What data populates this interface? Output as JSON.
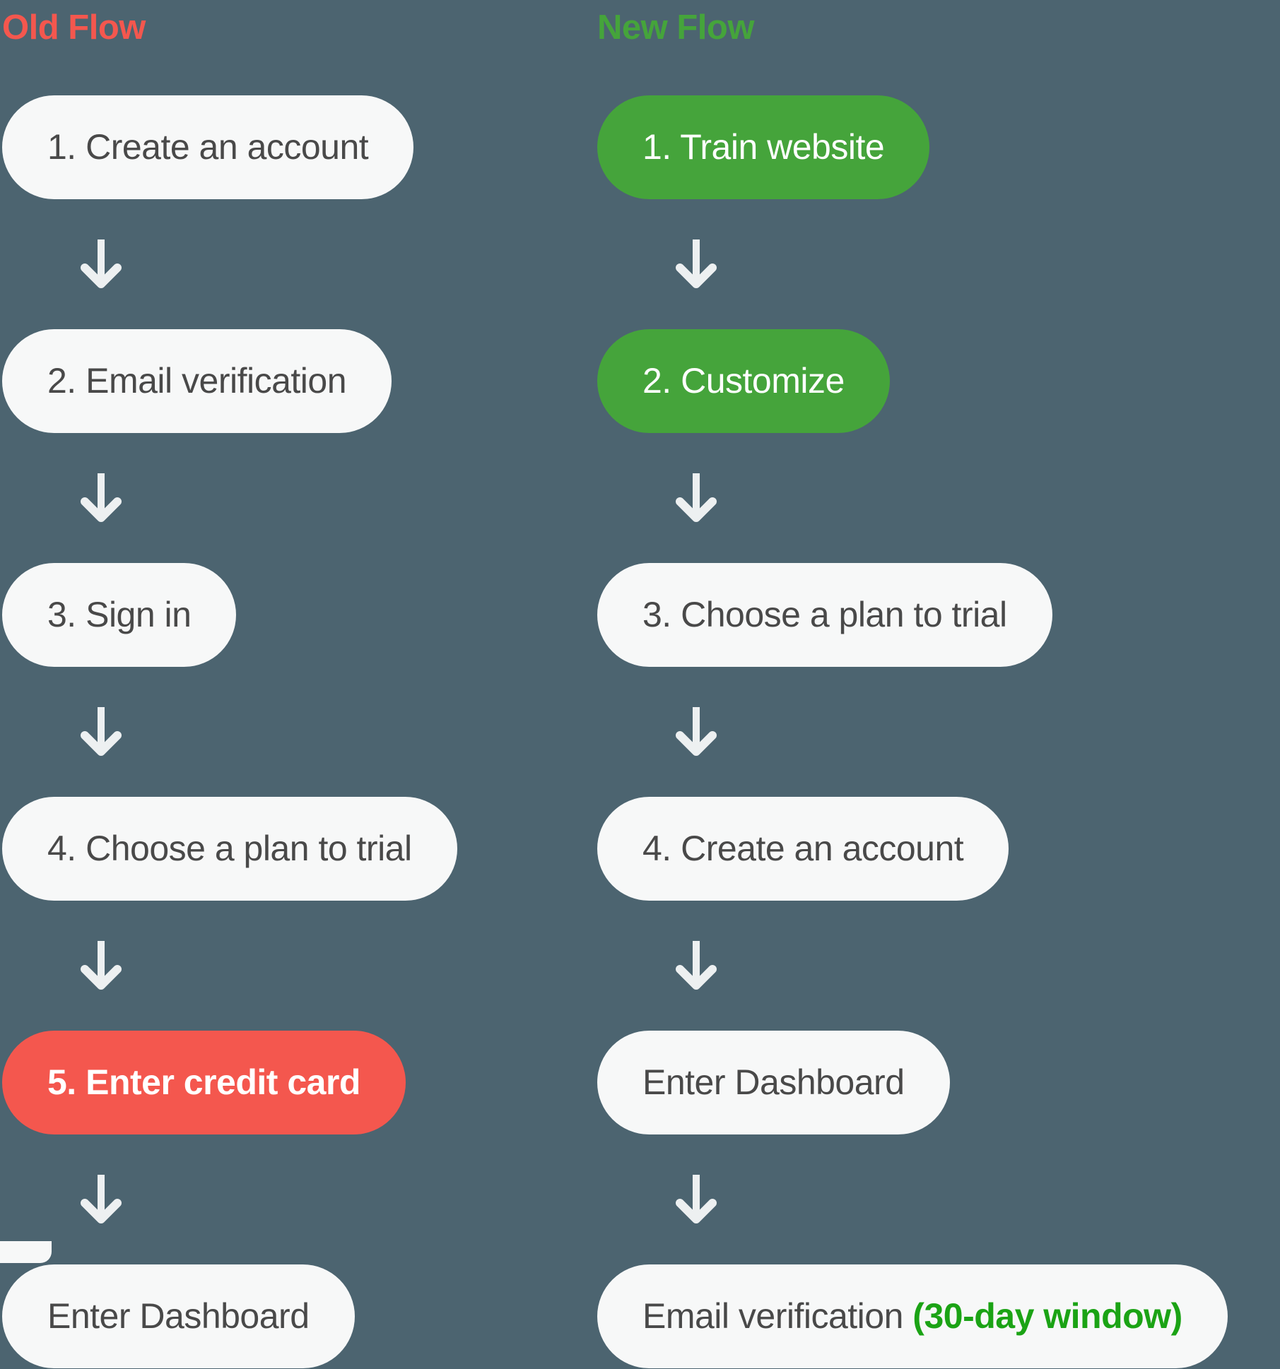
{
  "colors": {
    "bg": "#4C6470",
    "pill_bg": "#F7F8F8",
    "ink": "#494949",
    "red": "#F4574E",
    "green": "#45A43B",
    "green_text": "#1BA315",
    "arrow": "#EDF0F1",
    "white_text": "#FFFFFF"
  },
  "flows": [
    {
      "title": "Old Flow",
      "steps": [
        {
          "label": "1. Create an account",
          "variant": "white"
        },
        {
          "label": "2. Email verification",
          "variant": "white"
        },
        {
          "label": "3. Sign in",
          "variant": "white"
        },
        {
          "label": "4. Choose a plan to trial",
          "variant": "white"
        },
        {
          "label": "5. Enter credit card",
          "variant": "red"
        },
        {
          "label": "Enter Dashboard",
          "variant": "white"
        }
      ]
    },
    {
      "title": "New Flow",
      "steps": [
        {
          "label": "1. Train website",
          "variant": "green"
        },
        {
          "label": "2. Customize",
          "variant": "green"
        },
        {
          "label": "3. Choose a plan to trial",
          "variant": "white"
        },
        {
          "label": "4. Create an account",
          "variant": "white"
        },
        {
          "label": "Enter Dashboard",
          "variant": "white"
        },
        {
          "label": "Email verification ",
          "suffix": "(30-day window)",
          "variant": "white"
        }
      ]
    }
  ]
}
